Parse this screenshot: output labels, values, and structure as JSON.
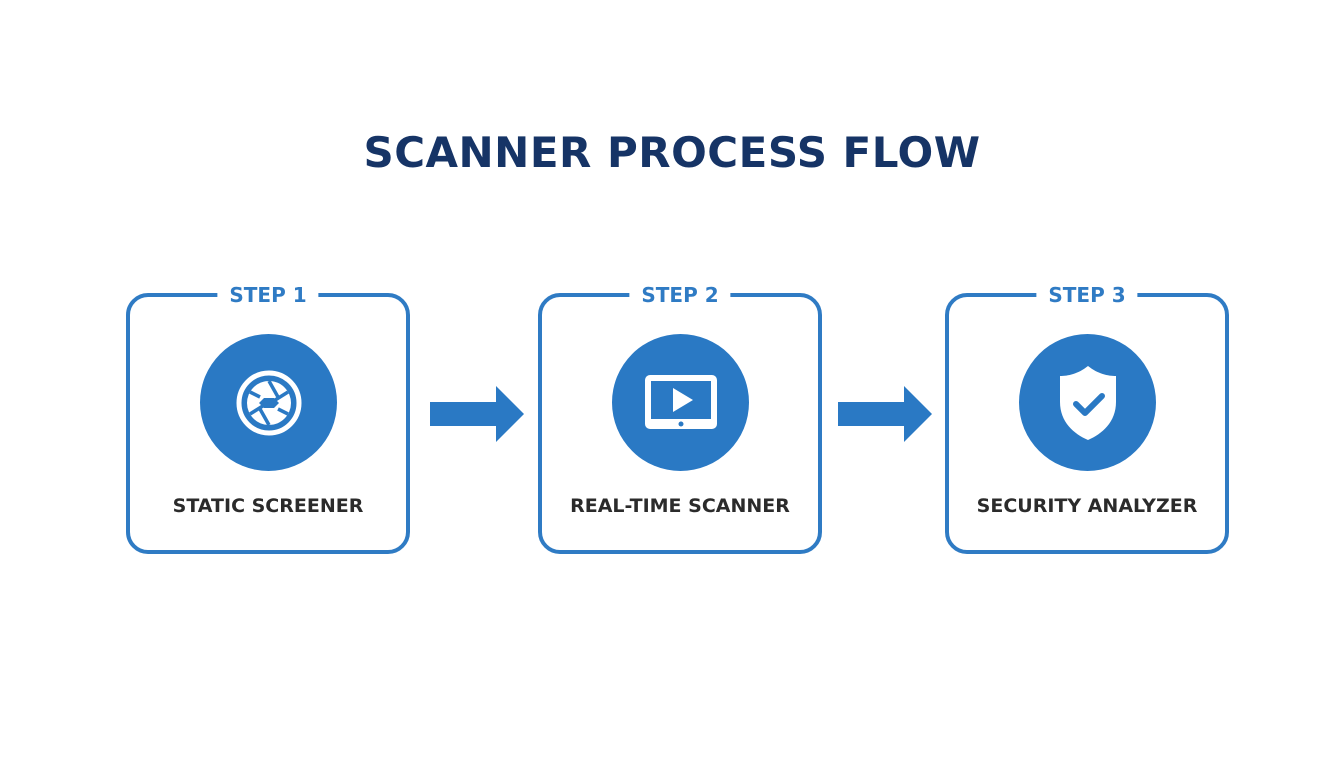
{
  "title": "SCANNER PROCESS FLOW",
  "colors": {
    "title": "#163466",
    "accent": "#2f7bc4",
    "icon_bg": "#2a79c4",
    "label_text": "#2b2b2b"
  },
  "steps": [
    {
      "step_label": "STEP 1",
      "name": "STATIC SCREENER",
      "icon": "camera-aperture-icon"
    },
    {
      "step_label": "STEP 2",
      "name": "REAL-TIME SCANNER",
      "icon": "video-play-tablet-icon"
    },
    {
      "step_label": "STEP 3",
      "name": "SECURITY ANALYZER",
      "icon": "shield-check-icon"
    }
  ],
  "connectors": [
    "arrow-right",
    "arrow-right"
  ]
}
